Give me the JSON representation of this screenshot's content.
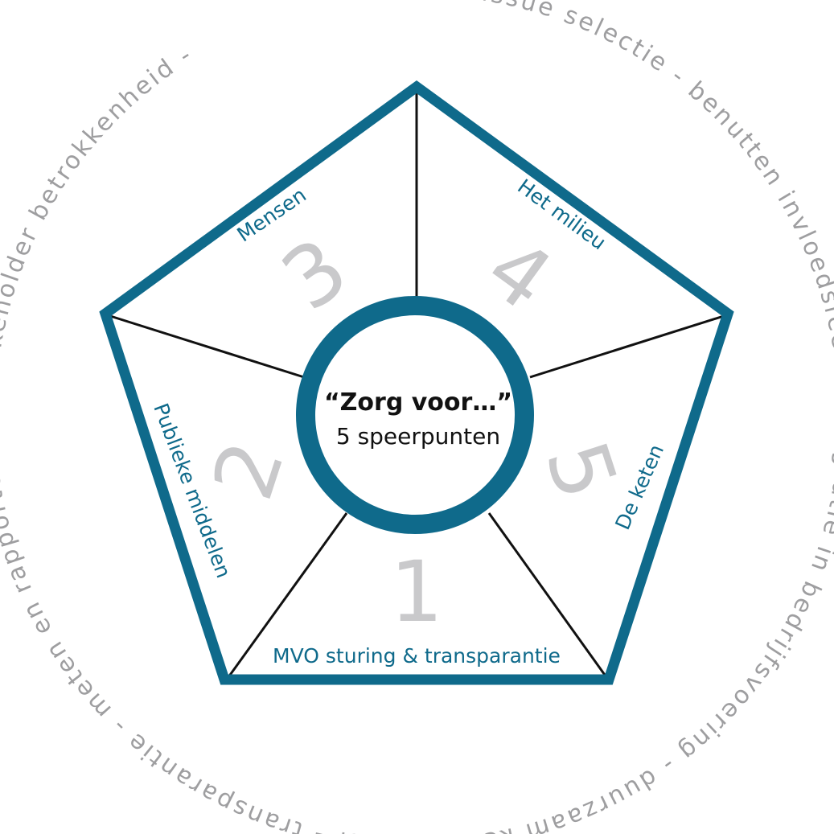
{
  "colors": {
    "accent": "#0f6a8b",
    "numbers": "#c9c9cb",
    "ring_text": "#9e9ea0",
    "divider": "#111111"
  },
  "ring_text": "issue selectie - benutten invloedsfeer - integratie in bedrijfsvoering - duurzaam ketenbeheer - transparantie - meten en rapporteren - stakeholder betrokkenheid -",
  "center": {
    "title": "“Zorg voor…”",
    "subtitle": "5 speerpunten"
  },
  "segments": [
    {
      "number": "1",
      "title": "MVO sturing & transparantie"
    },
    {
      "number": "2",
      "title": "Publieke middelen"
    },
    {
      "number": "3",
      "title": "Mensen"
    },
    {
      "number": "4",
      "title": "Het milieu"
    },
    {
      "number": "5",
      "title": "De keten"
    }
  ]
}
